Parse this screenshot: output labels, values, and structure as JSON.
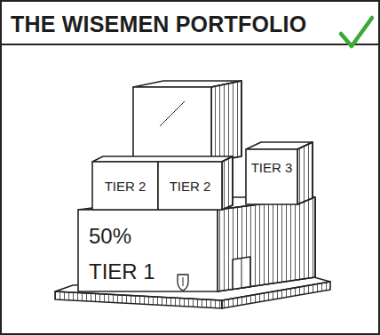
{
  "diagram": {
    "title": "THE WISEMEN PORTFOLIO",
    "nodes": [
      {
        "text": [
          "TIER 2"
        ]
      },
      {
        "text": [
          "TIER 2"
        ]
      },
      {
        "text": [
          "TIER 3"
        ]
      },
      {
        "text": [
          "50% TIER 1"
        ]
      }
    ]
  }
}
